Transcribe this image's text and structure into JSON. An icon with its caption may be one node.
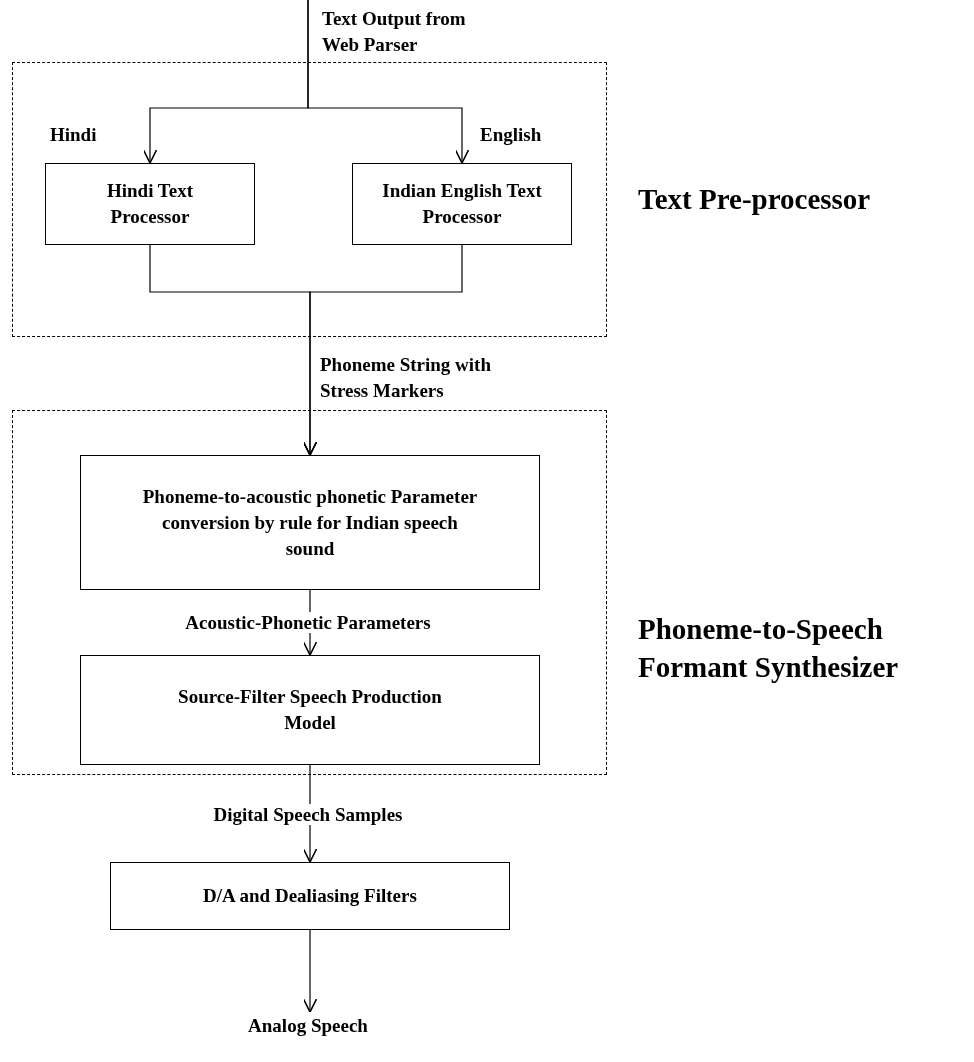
{
  "diagram": {
    "nodes": [
      {
        "text": [
          "Text Pre-processor"
        ]
      },
      {
        "text": [
          "Hindi Text Processor"
        ],
        "in": 0
      },
      {
        "text": [
          "Indian English Text Processor"
        ],
        "in": 0
      },
      {
        "text": [
          "Phoneme-to-Speech Formant Synthesizer"
        ]
      },
      {
        "text": [
          "Phoneme-to-acoustic phonetic Parameter conversion by rule for Indian speech sound"
        ],
        "in": 3
      },
      {
        "text": [
          "Source-Filter Speech Production Model"
        ],
        "in": 3
      },
      {
        "text": [
          "D/A and Dealiasing Filters"
        ]
      },
      {
        "text": [
          "Analog Speech"
        ]
      }
    ],
    "edges": [
      {
        "from": null,
        "to": 1,
        "arrow": "to",
        "label": "Hindi"
      },
      {
        "from": null,
        "to": 2,
        "arrow": "to",
        "label": "English"
      },
      {
        "from": 1,
        "to": 4,
        "arrow": "to",
        "label": "Phoneme String with Stress Markers"
      },
      {
        "from": 2,
        "to": 4,
        "arrow": "to"
      },
      {
        "from": 4,
        "to": 5,
        "arrow": "to",
        "label": "Acoustic-Phonetic Parameters"
      },
      {
        "from": 5,
        "to": 6,
        "arrow": "to",
        "label": "Digital Speech Samples"
      },
      {
        "from": 6,
        "to": 7,
        "arrow": "to"
      }
    ],
    "labels": [
      "Text Output from Web Parser"
    ]
  }
}
